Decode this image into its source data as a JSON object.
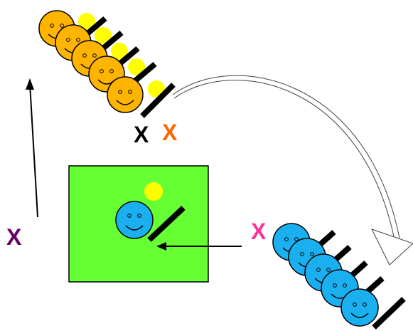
{
  "colors": {
    "background": "#ffffff",
    "orange_face": "#ffb400",
    "blue_face": "#1ab0f0",
    "yellow_ball": "#ffff00",
    "green_panel": "#66ff33",
    "stroke": "#000000",
    "label_black": "#000000",
    "label_orange": "#ff6600",
    "label_magenta": "#ff3399",
    "label_purple": "#660066"
  },
  "labels": {
    "orange_group_x1": "X",
    "orange_group_x2": "X",
    "blue_group_x": "X",
    "left_arrow_x": "X"
  },
  "icons": {
    "orange_face": "smiley-face-orange-icon",
    "blue_face": "smiley-face-blue-icon",
    "ball": "yellow-ball-icon",
    "bat": "black-bat-icon"
  }
}
